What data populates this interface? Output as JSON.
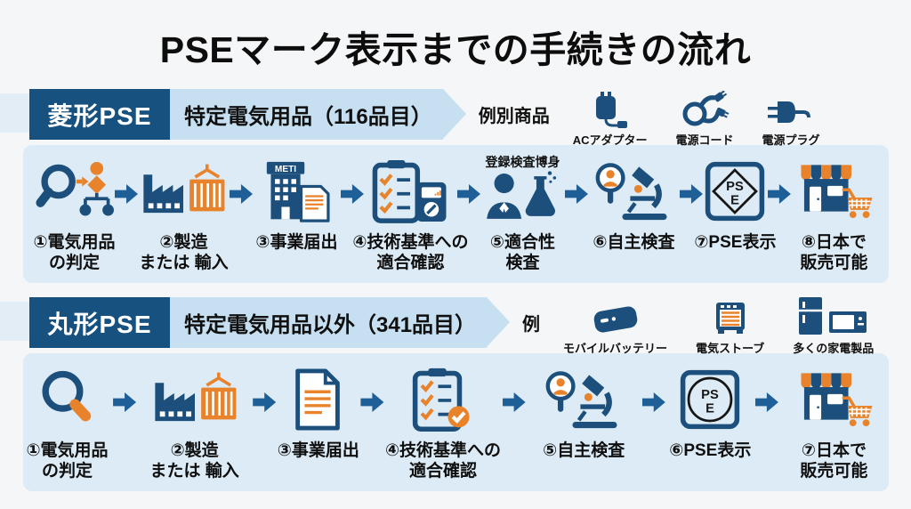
{
  "title": "PSEマーク表示までの手続きの流れ",
  "pse_mark": {
    "line1": "PS",
    "line2": "E"
  },
  "colors": {
    "navy": "#1c4f7c",
    "arrow_blue": "#1e5f98",
    "orange": "#e8832c",
    "badge_navy": "#16517f",
    "banner_blue": "#c6e0f2",
    "row_background": "#dcebf5",
    "page_background": "#f5f6f7"
  },
  "sections": [
    {
      "badge": "菱形PSE",
      "banner": "特定電気用品（116品目）",
      "examples_label": "例別商品",
      "examples": [
        {
          "label": "ACアダプター"
        },
        {
          "label": "電源コード"
        },
        {
          "label": "電源プラグ"
        }
      ],
      "steps": [
        {
          "label": "①電気用品\nの判定"
        },
        {
          "label": "②製造\nまたは 輸入"
        },
        {
          "label": "③事業届出",
          "icon_text": "METI"
        },
        {
          "label": "④技術基準への\n適合確認"
        },
        {
          "label": "⑤適合性\n検査",
          "note": "登録検査博身"
        },
        {
          "label": "⑥自主検査"
        },
        {
          "label": "⑦PSE表示"
        },
        {
          "label": "⑧日本で\n販売可能"
        }
      ]
    },
    {
      "badge": "丸形PSE",
      "banner": "特定電気用品以外（341品目）",
      "examples_label": "例",
      "examples": [
        {
          "label": "モバイルバッテリー"
        },
        {
          "label": "電気ストーブ"
        },
        {
          "label": "多くの家電製品"
        }
      ],
      "steps": [
        {
          "label": "①電気用品\nの判定"
        },
        {
          "label": "②製造\nまたは 輸入"
        },
        {
          "label": "③事業届出"
        },
        {
          "label": "④技術基準への\n適合確認"
        },
        {
          "label": "⑤自主検査"
        },
        {
          "label": "⑥PSE表示"
        },
        {
          "label": "⑦日本で\n販売可能"
        }
      ]
    }
  ]
}
